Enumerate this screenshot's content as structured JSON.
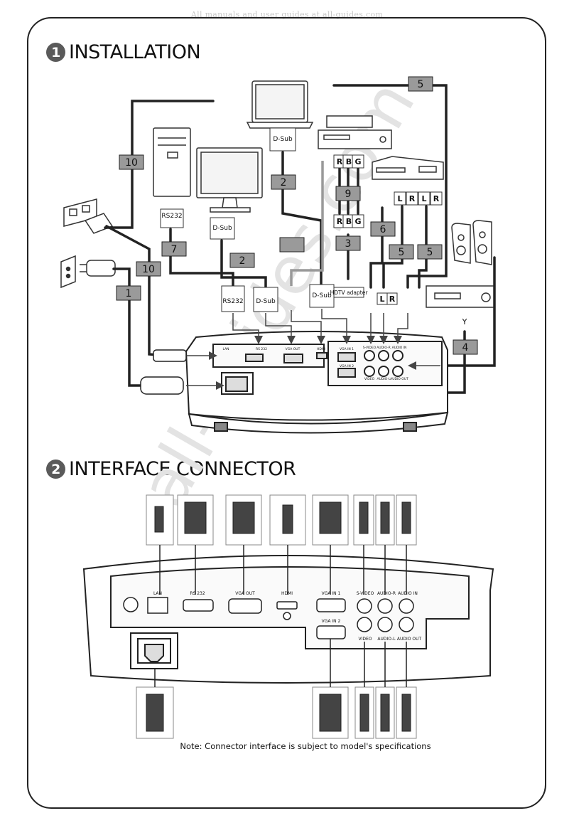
{
  "header_note": "All manuals and user guides at all-guides.com",
  "watermark": "all-guides.com",
  "sections": [
    {
      "number": "1",
      "title": "INSTALLATION"
    },
    {
      "number": "2",
      "title": "INTERFACE CONNECTOR"
    }
  ],
  "installation": {
    "cable_numbers": [
      "1",
      "2",
      "2",
      "3",
      "4",
      "5",
      "5",
      "5",
      "6",
      "7",
      "9",
      "10",
      "10"
    ],
    "connector_labels": {
      "rs232_top": "RS232",
      "rs232_bottom": "RS232",
      "dsub_laptop": "D-Sub",
      "dsub_monitor": "D-Sub",
      "dsub_bottom_left": "D-Sub",
      "dsub_bottom_right": "D-Sub",
      "hdtv_adapter": "HDTV adapter",
      "y_label": "Y",
      "rgb_top": [
        "R",
        "B",
        "G"
      ],
      "rgb_bottom": [
        "R",
        "B",
        "G"
      ],
      "audio_lr": [
        "L",
        "R",
        "L",
        "R"
      ],
      "audio_lr_bottom": [
        "L",
        "R"
      ]
    },
    "projector_ports": [
      "LAN",
      "RS 232",
      "VGA OUT",
      "HDMI",
      "VGA IN 1",
      "VGA IN 2",
      "S-VIDEO",
      "AUDIO-R",
      "AUDIO IN",
      "VIDEO",
      "AUDIO-L",
      "AUDIO OUT"
    ]
  },
  "interface": {
    "port_labels": {
      "lan": "LAN",
      "rs232": "RS  232",
      "vga_out": "VGA OUT",
      "hdmi": "HDMI",
      "vga_in_1": "VGA IN 1",
      "vga_in_2": "VGA IN 2",
      "s_video": "S-VIDEO",
      "audio_r": "AUDIO-R",
      "audio_in": "AUDIO IN",
      "video": "VIDEO",
      "audio_l": "AUDIO-L",
      "audio_out": "AUDIO OUT"
    },
    "note": "Note: Connector interface is subject to model's specifications"
  }
}
